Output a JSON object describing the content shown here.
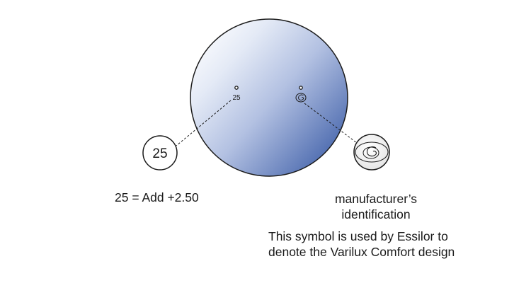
{
  "lens": {
    "engraved_add": "25",
    "magnified_add": "25"
  },
  "captions": {
    "add_power": "25 = Add +2.50",
    "manufacturer_line1": "manufacturer’s",
    "manufacturer_line2": "identification",
    "symbol_line1": "This symbol is used by Essilor to",
    "symbol_line2": "denote the Varilux Comfort design"
  },
  "colors": {
    "lens_gradient_light": "#ffffff",
    "lens_gradient_mid": "#b9c6e4",
    "lens_gradient_dark": "#4a6aae",
    "stroke": "#1a1a1a"
  }
}
